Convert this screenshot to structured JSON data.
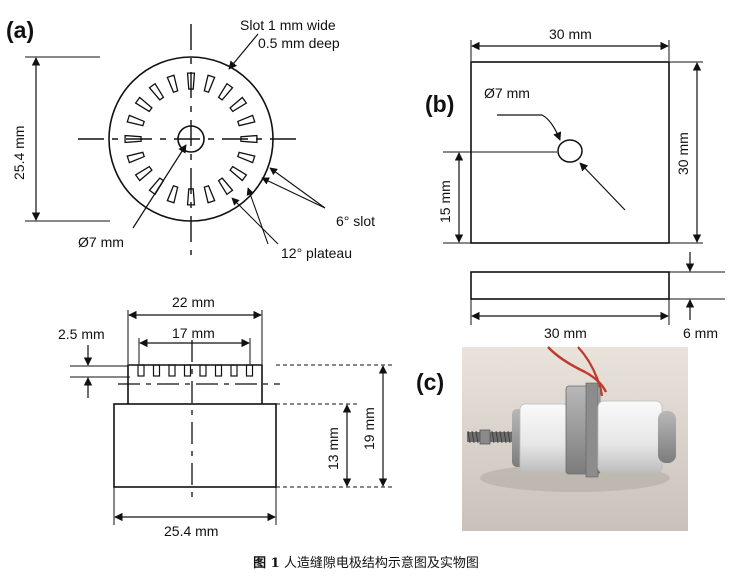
{
  "panels": {
    "a": "(a)",
    "b": "(b)",
    "c": "(c)"
  },
  "panel_a": {
    "slot_width": "Slot 1 mm wide",
    "slot_depth": "0.5 mm deep",
    "diameter": "25.4 mm",
    "hole": "Ø7 mm",
    "slot_angle": "6° slot",
    "plateau_angle": "12° plateau"
  },
  "panel_b": {
    "width_top": "30 mm",
    "height_right": "30 mm",
    "hole": "Ø7 mm",
    "hole_height": "15 mm",
    "width_bottom": "30 mm",
    "thickness": "6 mm"
  },
  "side_view": {
    "outer_top": "22 mm",
    "inner_top": "17 mm",
    "slot_depth": "2.5 mm",
    "base_height": "13 mm",
    "total_height": "19 mm",
    "base_width": "25.4 mm"
  },
  "caption": {
    "label": "图 1",
    "text": "人造缝隙电极结构示意图及实物图"
  }
}
